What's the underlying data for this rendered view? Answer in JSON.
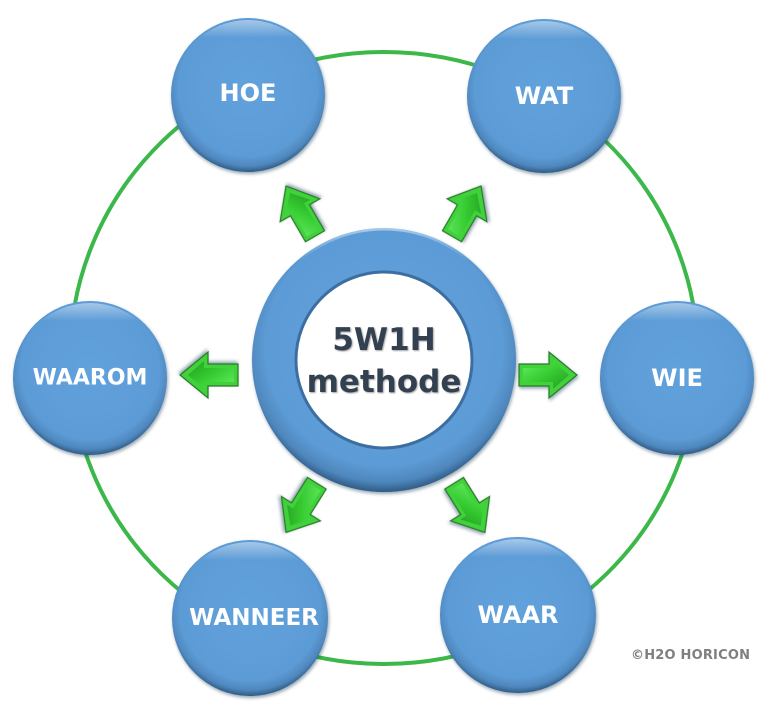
{
  "diagram": {
    "title": "5W1H methode",
    "center": {
      "line1": "5W1H",
      "line2": "methode"
    },
    "nodes": [
      {
        "id": "hoe",
        "label": "HOE"
      },
      {
        "id": "wat",
        "label": "WAT"
      },
      {
        "id": "wie",
        "label": "WIE"
      },
      {
        "id": "waar",
        "label": "WAAR"
      },
      {
        "id": "wanneer",
        "label": "WANNEER"
      },
      {
        "id": "waarom",
        "label": "WAAROM"
      }
    ],
    "colors": {
      "node_fill": "#5b9bd5",
      "node_edge": "#3a6d9b",
      "ring_line": "#3cb84a",
      "arrow_fill": "#3fd13a",
      "center_text": "#323f50",
      "node_text": "#ffffff"
    }
  },
  "footer": {
    "copyright": "©H2O HORICON"
  }
}
